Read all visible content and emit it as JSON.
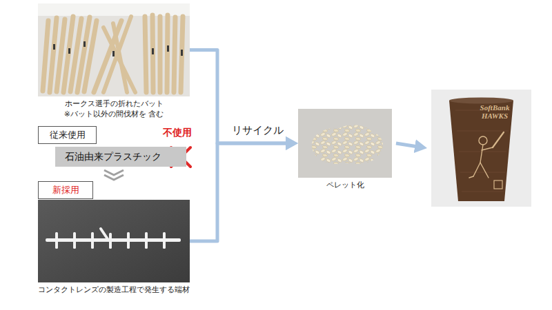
{
  "diagram": {
    "nodes": [
      {
        "text": [
          "ホークス選手の折れたバット",
          "※バット以外の間伐材を 含む"
        ]
      },
      {
        "text": [
          "従来使用"
        ]
      },
      {
        "text": [
          "石油由来プラスチック"
        ]
      },
      {
        "text": [
          "新採用"
        ]
      },
      {
        "text": [
          "コンタクトレンズの製造工程で発生する端材"
        ]
      },
      {
        "text": [
          "ペレット化"
        ]
      },
      {
        "text": [
          "SoftBank HAWKS"
        ]
      }
    ],
    "edges": [
      {
        "from": 0,
        "to": 5,
        "arrow": "to",
        "label": "リサイクル"
      },
      {
        "from": 4,
        "to": 5,
        "arrow": "to"
      },
      {
        "from": 5,
        "to": 6,
        "arrow": "to"
      },
      {
        "from": 2,
        "to": 3,
        "arrow": "to"
      }
    ],
    "labels": [
      "不使用"
    ]
  }
}
